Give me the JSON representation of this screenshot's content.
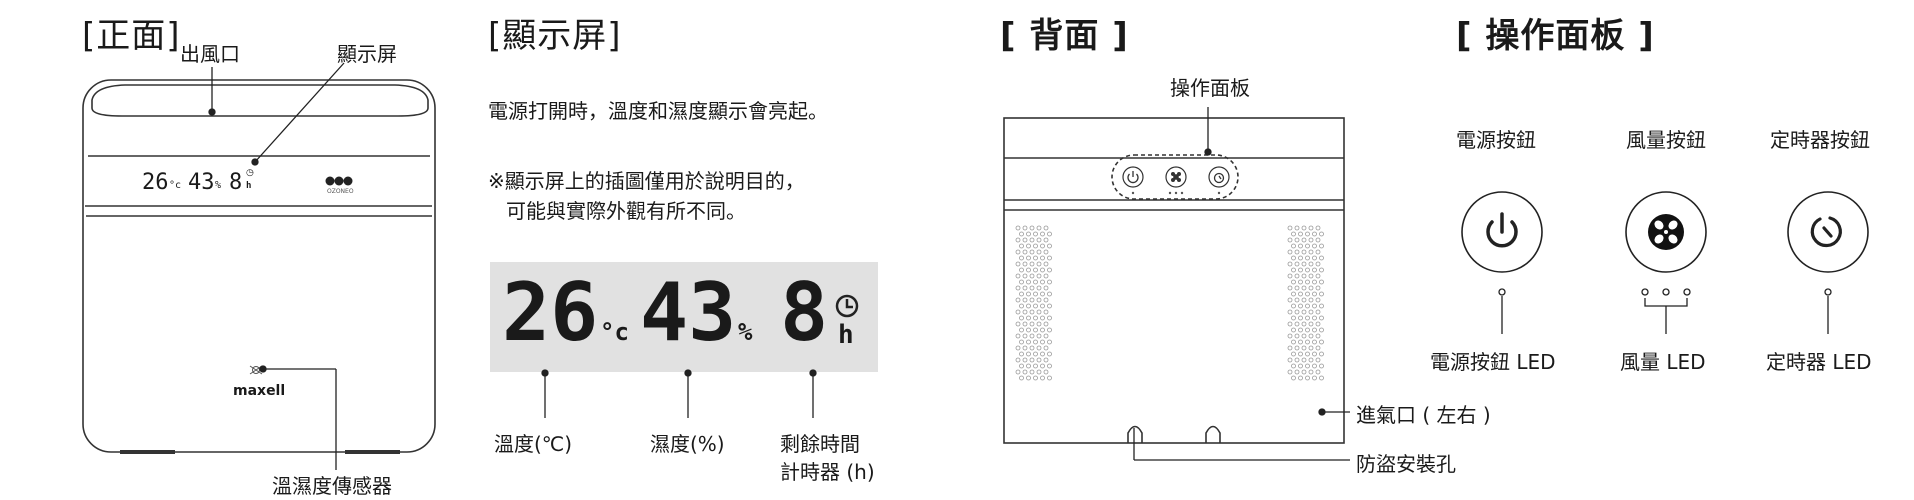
{
  "front": {
    "title": "[正面]",
    "labels": {
      "outlet": "出風口",
      "display": "顯示屏",
      "sensor": "溫濕度傳感器"
    },
    "mini_display": {
      "temp": "26",
      "temp_unit": "°c",
      "hum": "43",
      "hum_unit": "%",
      "time": "8",
      "time_unit": "h"
    },
    "ozoneo_text": "OZONEO",
    "brand": "maxell"
  },
  "display": {
    "title": "[顯示屏]",
    "note1": "電源打開時，溫度和濕度顯示會亮起。",
    "note2_line1": "※顯示屏上的插圖僅用於說明目的，",
    "note2_line2": "可能與實際外觀有所不同。",
    "big": {
      "temp": "26",
      "temp_unit": "°c",
      "hum": "43",
      "hum_unit": "%",
      "time": "8",
      "time_unit": "h"
    },
    "labels": {
      "temp": "溫度(℃)",
      "hum": "濕度(%)",
      "timer_line1": "剩餘時間",
      "timer_line2": "計時器 (h)"
    }
  },
  "back": {
    "title": "[ 背面 ]",
    "labels": {
      "panel": "操作面板",
      "intake": "進氣口 ( 左右 )",
      "antitheft": "防盜安裝孔"
    }
  },
  "panel": {
    "title": "[ 操作面板 ]",
    "buttons": [
      {
        "label": "電源按鈕",
        "led_label": "電源按鈕 LED",
        "icon": "power-icon"
      },
      {
        "label": "風量按鈕",
        "led_label": "風量 LED",
        "icon": "fan-icon"
      },
      {
        "label": "定時器按鈕",
        "led_label": "定時器 LED",
        "icon": "timer-icon"
      }
    ]
  }
}
